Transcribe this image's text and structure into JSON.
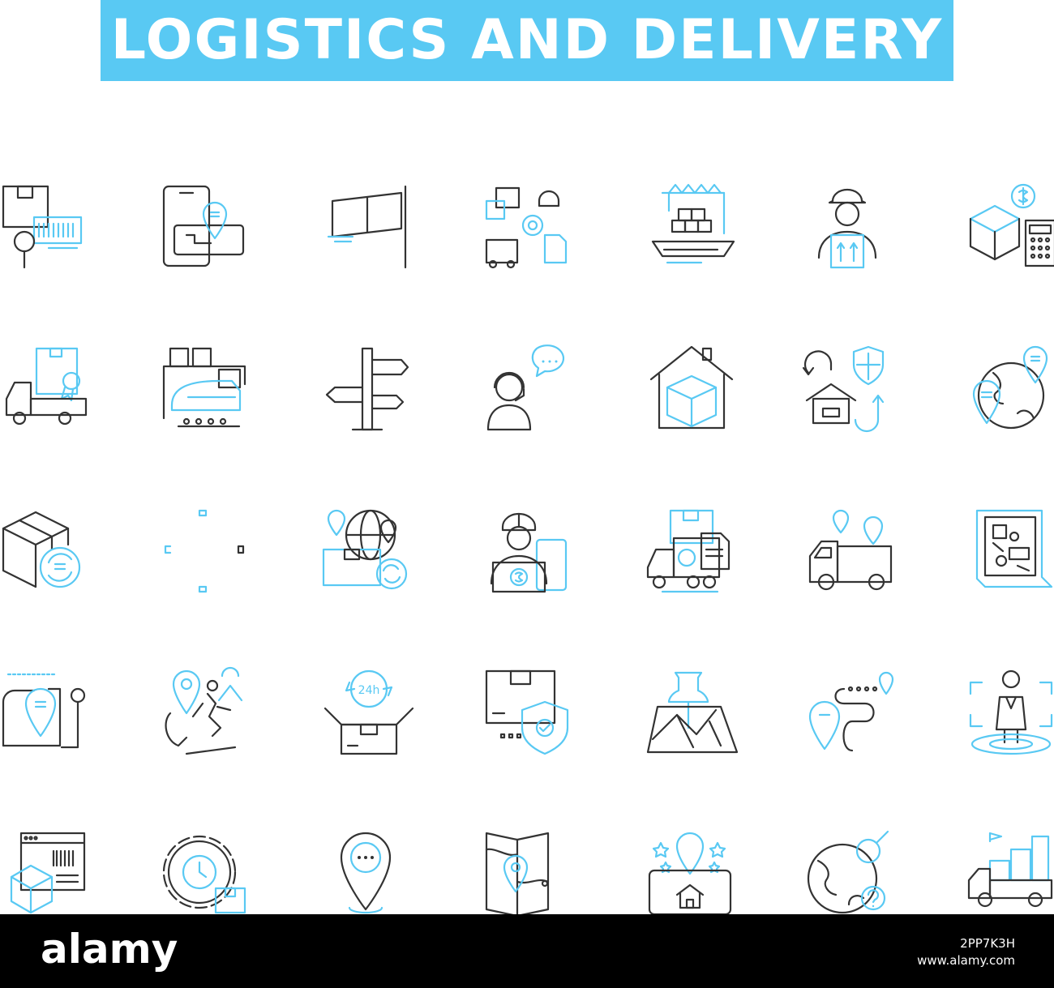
{
  "banner": {
    "title": "LOGISTICS AND DELIVERY"
  },
  "footer": {
    "logo": "alamy",
    "image_id": "2PP7K3H",
    "site": "www.alamy.com"
  },
  "colors": {
    "accent": "#59c9f3",
    "stroke_dark": "#333333",
    "footer_bg": "#000000"
  },
  "icons": [
    "package-barcode-search-icon",
    "tablet-map-location-icon",
    "flag-icon",
    "logistics-gear-truck-icon",
    "cargo-ship-crane-icon",
    "delivery-man-icon",
    "package-payment-calculator-icon",
    "certified-delivery-truck-icon",
    "freight-train-icon",
    "signpost-icon",
    "customer-support-agent-icon",
    "warehouse-package-icon",
    "return-insurance-home-icon",
    "global-location-icon",
    "package-refresh-icon",
    "corner-brackets-icon",
    "global-shipping-route-icon",
    "courier-payment-icon",
    "delivery-truck-invoice-icon",
    "truck-route-pins-icon",
    "map-document-icon",
    "route-pin-path-icon",
    "location-ski-icon",
    "24h-delivery-box-icon",
    "package-protection-shield-icon",
    "map-pushpin-icon",
    "route-trail-icon",
    "person-focus-icon",
    "barcode-package-window-icon",
    "gear-clock-package-icon",
    "location-pin-dots-icon",
    "folded-map-pin-icon",
    "mobile-home-rating-icon",
    "globe-search-question-icon",
    "delivery-van-packages-icon"
  ]
}
